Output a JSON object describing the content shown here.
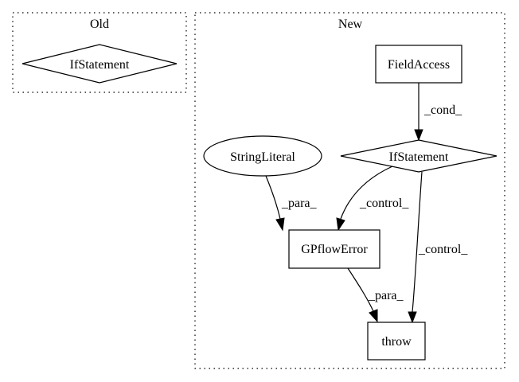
{
  "clusters": {
    "old": {
      "title": "Old"
    },
    "new": {
      "title": "New"
    }
  },
  "nodes": {
    "old_if": {
      "label": "IfStatement",
      "shape": "diamond"
    },
    "field_access": {
      "label": "FieldAccess",
      "shape": "box"
    },
    "if_statement": {
      "label": "IfStatement",
      "shape": "diamond"
    },
    "string_literal": {
      "label": "StringLiteral",
      "shape": "ellipse"
    },
    "gpflow_error": {
      "label": "GPflowError",
      "shape": "box"
    },
    "throw": {
      "label": "throw",
      "shape": "box"
    }
  },
  "edges": {
    "cond": {
      "from": "FieldAccess",
      "to": "IfStatement",
      "label": "_cond_"
    },
    "para_string": {
      "from": "StringLiteral",
      "to": "GPflowError",
      "label": "_para_"
    },
    "control_gpflow": {
      "from": "IfStatement",
      "to": "GPflowError",
      "label": "_control_"
    },
    "control_throw": {
      "from": "IfStatement",
      "to": "throw",
      "label": "_control_"
    },
    "para_gpflow": {
      "from": "GPflowError",
      "to": "throw",
      "label": "_para_"
    }
  },
  "colors": {
    "stroke": "#000000",
    "background": "#ffffff"
  }
}
